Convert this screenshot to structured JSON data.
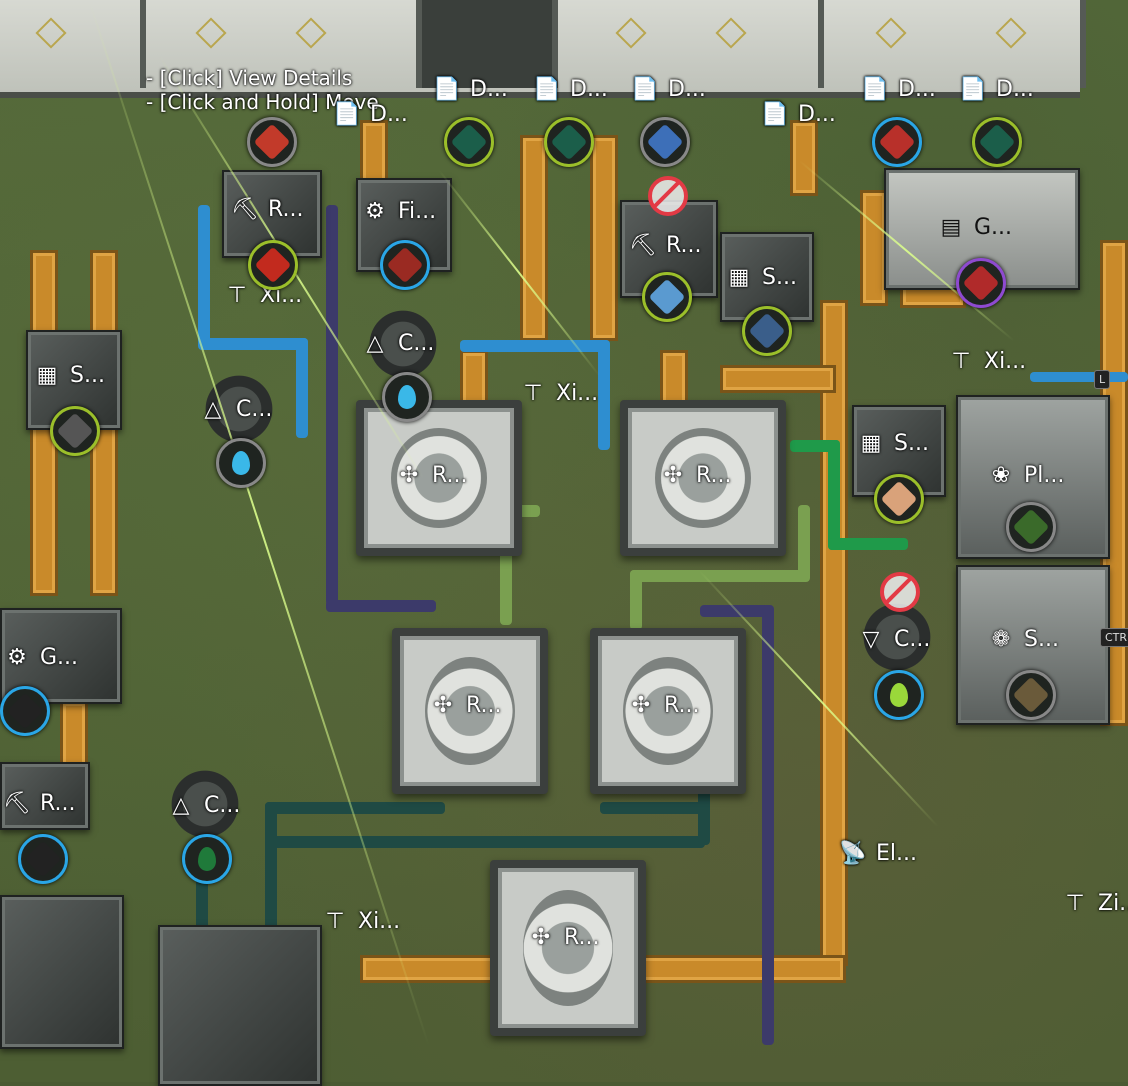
{
  "tooltip": {
    "line1": "- [Click] View Details",
    "line2": "- [Click and Hold] Move"
  },
  "depots": [
    {
      "label": "D..."
    },
    {
      "label": "D..."
    },
    {
      "label": "D..."
    },
    {
      "label": "D..."
    },
    {
      "label": "D..."
    },
    {
      "label": "D..."
    },
    {
      "label": "D..."
    }
  ],
  "machines": {
    "refiner_top_left": "R...",
    "filler": "Fi...",
    "refiner_mid": "R...",
    "shredder_top": "S...",
    "gearbox_top_right": "G...",
    "shredder_left": "S...",
    "crafter_left": "C...",
    "crafter_mid": "C...",
    "reactor_a": "R...",
    "reactor_b": "R...",
    "shredder_right": "S...",
    "planter": "Pl...",
    "crafter_right": "C...",
    "seeder": "S...",
    "gearbox_left": "G...",
    "reactor_c": "R...",
    "reactor_d": "R...",
    "refiner_bottom_left": "R...",
    "crafter_bottom": "C...",
    "reactor_e": "R...",
    "relay": "El..."
  },
  "pylons": [
    {
      "label": "Xi..."
    },
    {
      "label": "Xi..."
    },
    {
      "label": "Xi..."
    },
    {
      "label": "Xi..."
    },
    {
      "label": "Zi..."
    }
  ],
  "side_keys": {
    "key_l": "L",
    "key_ctrl": "CTR"
  },
  "colors": {
    "belt": "#c98a2a",
    "pipe_blue": "#2e8ed0",
    "pipe_purple": "#3c3a6a",
    "pipe_green": "#1f9a4a",
    "pipe_teal": "#1f4a44",
    "pipe_lime": "#7aa050",
    "badge_green": "#9bbf2a",
    "badge_blue": "#2aa6e6",
    "forbid_red": "#e33a45"
  },
  "icons": {
    "refiner": "refiner-icon",
    "filler": "filler-icon",
    "shredder": "shredder-icon",
    "gearbox": "document-icon",
    "crafter": "crafter-icon",
    "reactor": "reactor-icon",
    "planter": "planter-icon",
    "seeder": "seeder-icon",
    "pylon": "pylon-icon",
    "relay": "antenna-icon",
    "depot": "depot-icon",
    "forbidden": "forbidden-icon"
  }
}
